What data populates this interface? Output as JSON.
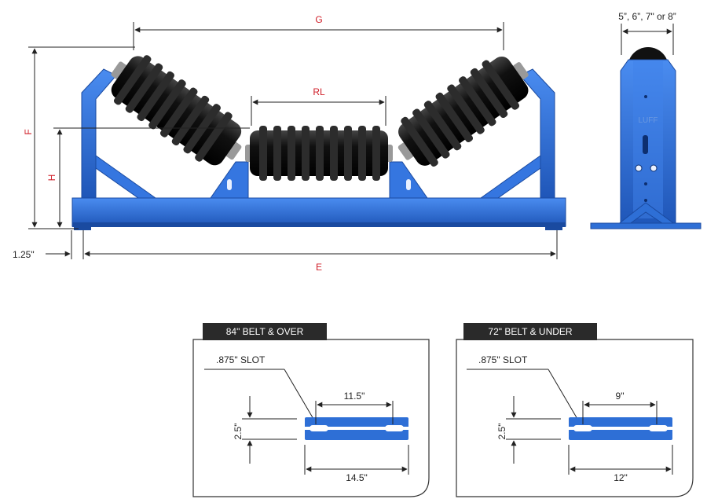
{
  "labels": {
    "g": "G",
    "rl": "RL",
    "f": "F",
    "h": "H",
    "e": "E",
    "offset": "1.25\"",
    "side_widths": "5”, 6”, 7\" or 8”"
  },
  "panels": [
    {
      "title": "84\" BELT & OVER",
      "slot": ".875\" SLOT",
      "height": "2.5\"",
      "inner": "11.5\"",
      "outer": "14.5\""
    },
    {
      "title": "72\" BELT & UNDER",
      "slot": ".875\" SLOT",
      "height": "2.5\"",
      "inner": "9\"",
      "outer": "12\""
    }
  ],
  "logo": "LUFF",
  "colors": {
    "frame_blue": "#2e6fd6",
    "roller_black": "#1b1b1b",
    "label_red": "#d0202a",
    "tab_dark": "#2a2a2a"
  }
}
